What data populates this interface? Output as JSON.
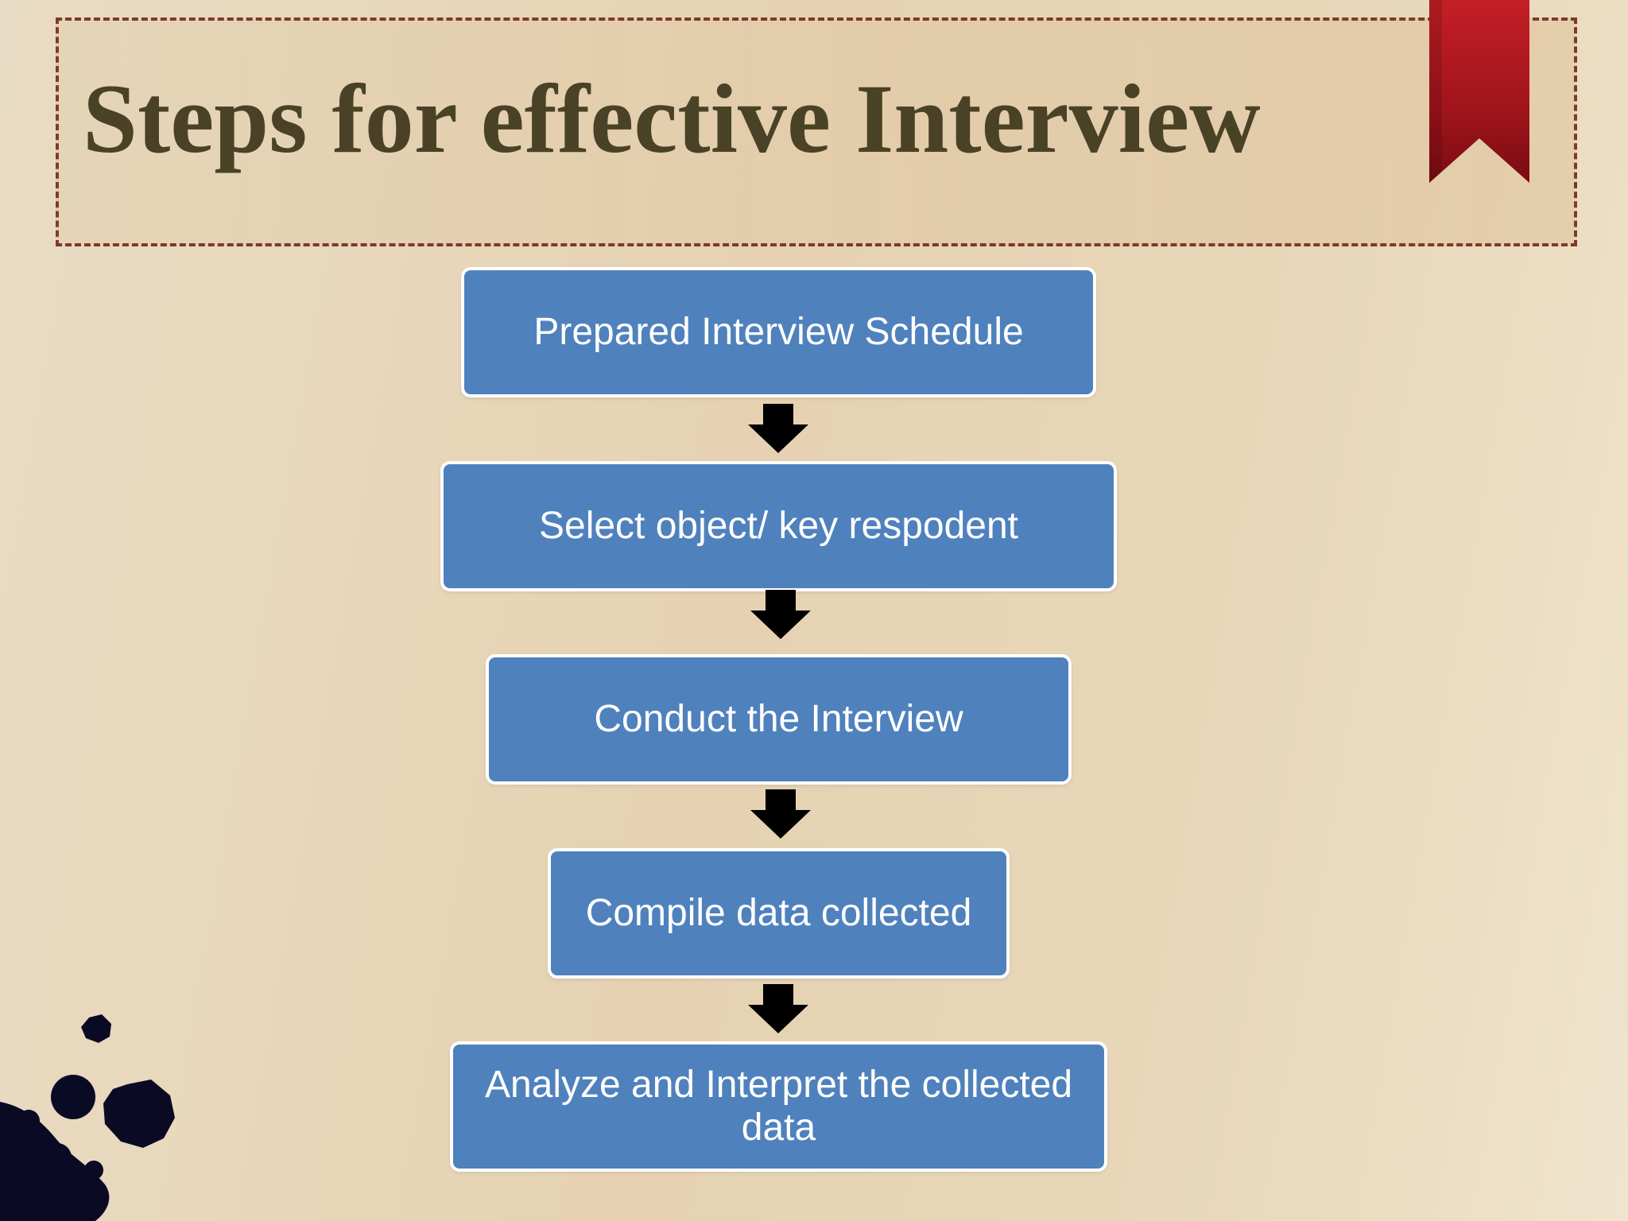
{
  "slide": {
    "title": "Steps for effective Interview"
  },
  "steps": [
    {
      "label": "Prepared Interview Schedule"
    },
    {
      "label": "Select object/ key respodent"
    },
    {
      "label": "Conduct the Interview"
    },
    {
      "label": "Compile data collected"
    },
    {
      "label": "Analyze and Interpret the collected data"
    }
  ],
  "colors": {
    "step_fill": "#4f81bd",
    "step_border": "#ffffff",
    "title_text": "#4a4226",
    "frame_border": "#7d3a2c",
    "ribbon": "#b11c22",
    "arrow": "#000000",
    "ink": "#0a0a24"
  },
  "icons": {
    "ribbon": "bookmark-ribbon-icon",
    "arrow": "arrow-down-icon",
    "decoration": "ink-splatter-icon"
  }
}
